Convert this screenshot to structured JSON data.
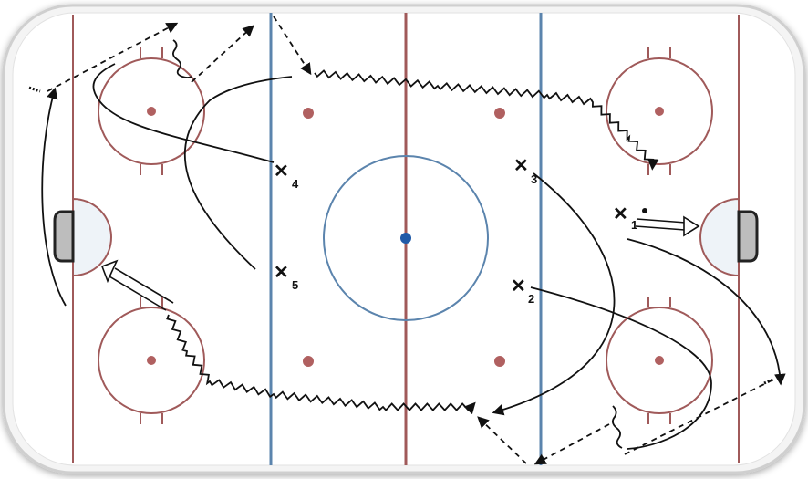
{
  "diagram": {
    "colors": {
      "red_line": "#a05a5a",
      "blue_line": "#5b84ad",
      "board": "#f2f2f2",
      "ice": "#ffffff",
      "crease": "#eef3f8",
      "path": "#111111"
    },
    "players": [
      {
        "id": "player-1",
        "number": "1"
      },
      {
        "id": "player-2",
        "number": "2"
      },
      {
        "id": "player-3",
        "number": "3"
      },
      {
        "id": "player-4",
        "number": "4"
      },
      {
        "id": "player-5",
        "number": "5"
      }
    ],
    "player_symbol": "✕"
  }
}
